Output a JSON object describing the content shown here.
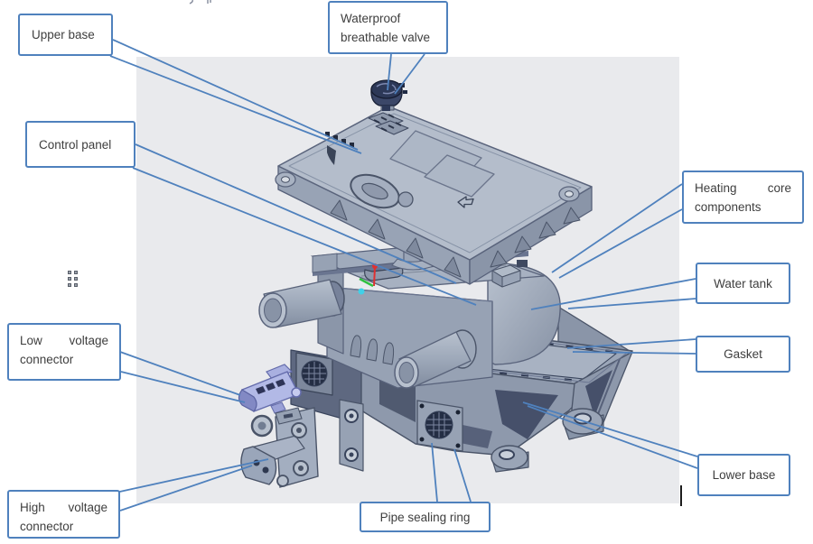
{
  "diagram": {
    "type": "exploded-view",
    "accent_color": "#4f81bd",
    "canvas_color": "#e9eaed",
    "part_colors": {
      "body": "#a7b1c1",
      "body_light": "#b6c0ce",
      "body_dark": "#8b96a9",
      "outline": "#4a5468",
      "dark_detail": "#2b3448",
      "valve": "#2f3a57",
      "lv_connector": "#b2b9e6",
      "axis_x_red": "#e03030",
      "axis_y_green": "#30c040",
      "axis_z_cyan": "#40d0e8"
    },
    "callouts": [
      {
        "id": "upper-base",
        "label": "Upper base"
      },
      {
        "id": "waterproof-breathable-valve",
        "line1": "Waterproof",
        "line2": "breathable valve"
      },
      {
        "id": "control-panel",
        "label": "Control panel"
      },
      {
        "id": "heating-core-components",
        "w0": "Heating",
        "w1": "core",
        "line2": "components"
      },
      {
        "id": "water-tank",
        "label": "Water tank"
      },
      {
        "id": "gasket",
        "label": "Gasket"
      },
      {
        "id": "lower-base",
        "label": "Lower base"
      },
      {
        "id": "low-voltage-connector",
        "w0": "Low",
        "w1": "voltage",
        "line2": "connector"
      },
      {
        "id": "high-voltage-connector",
        "w0": "High",
        "w1": "voltage",
        "line2": "connector"
      },
      {
        "id": "pipe-sealing-ring",
        "label": "Pipe sealing ring"
      }
    ]
  }
}
